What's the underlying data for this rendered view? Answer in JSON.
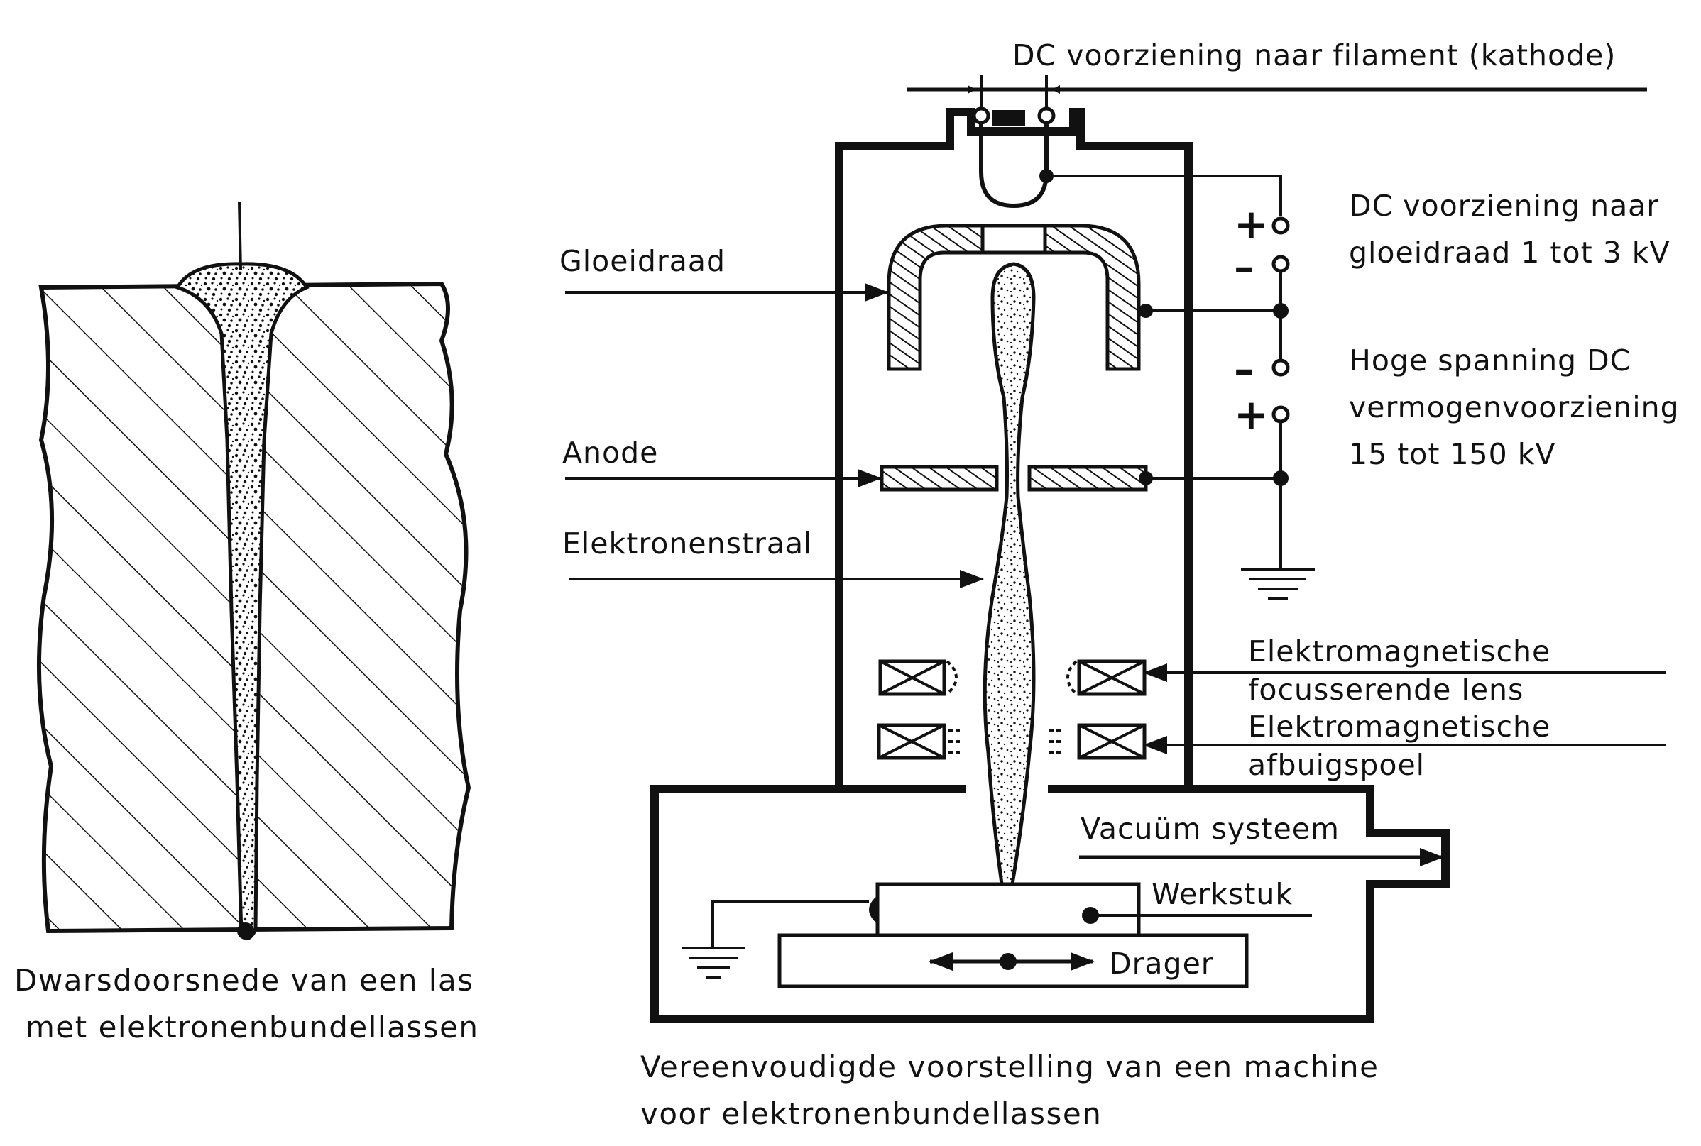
{
  "cross_section": {
    "caption_line1": "Dwarsdoorsnede van een las",
    "caption_line2": "met elektronenbundellassen"
  },
  "machine": {
    "caption_line1": "Vereenvoudigde voorstelling van een machine",
    "caption_line2": "voor elektronenbundellassen",
    "labels": {
      "filament_supply": "DC voorziening naar filament (kathode)",
      "glow_supply_line1": "DC voorziening naar",
      "glow_supply_line2": "gloeidraad 1 tot 3 kV",
      "hv_line1": "Hoge spanning DC",
      "hv_line2": "vermogenvoorziening",
      "hv_line3": "15 tot 150 kV",
      "gloeidraad": "Gloeidraad",
      "anode": "Anode",
      "elektronenstraal": "Elektronenstraal",
      "focus_lens_line1": "Elektromagnetische",
      "focus_lens_line2": "focusserende lens",
      "deflect_line1": "Elektromagnetische",
      "deflect_line2": "afbuigspoel",
      "vacuum": "Vacuüm systeem",
      "werkstuk": "Werkstuk",
      "drager": "Drager"
    },
    "polarity": {
      "glow_plus": "+",
      "glow_minus": "–",
      "hv_minus": "–",
      "hv_plus": "+"
    }
  },
  "colors": {
    "ink": "#111111",
    "background": "#ffffff"
  }
}
